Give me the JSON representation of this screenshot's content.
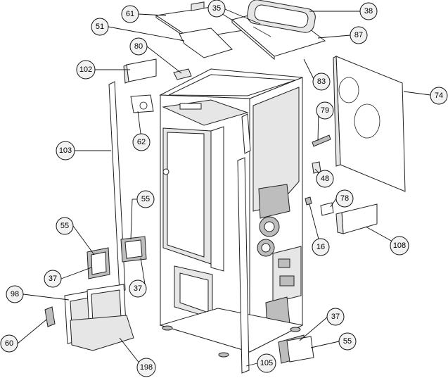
{
  "diagram": {
    "callouts": [
      {
        "id": "61",
        "label": "61"
      },
      {
        "id": "35",
        "label": "35"
      },
      {
        "id": "38",
        "label": "38"
      },
      {
        "id": "51",
        "label": "51"
      },
      {
        "id": "87",
        "label": "87"
      },
      {
        "id": "80",
        "label": "80"
      },
      {
        "id": "102",
        "label": "102"
      },
      {
        "id": "83",
        "label": "83"
      },
      {
        "id": "74",
        "label": "74"
      },
      {
        "id": "79",
        "label": "79"
      },
      {
        "id": "62",
        "label": "62"
      },
      {
        "id": "103",
        "label": "103"
      },
      {
        "id": "48",
        "label": "48"
      },
      {
        "id": "55a",
        "label": "55"
      },
      {
        "id": "78",
        "label": "78"
      },
      {
        "id": "55b",
        "label": "55"
      },
      {
        "id": "108",
        "label": "108"
      },
      {
        "id": "16",
        "label": "16"
      },
      {
        "id": "37a",
        "label": "37"
      },
      {
        "id": "37b",
        "label": "37"
      },
      {
        "id": "98",
        "label": "98"
      },
      {
        "id": "37c",
        "label": "37"
      },
      {
        "id": "55c",
        "label": "55"
      },
      {
        "id": "60",
        "label": "60"
      },
      {
        "id": "105",
        "label": "105"
      },
      {
        "id": "198",
        "label": "198"
      }
    ]
  }
}
